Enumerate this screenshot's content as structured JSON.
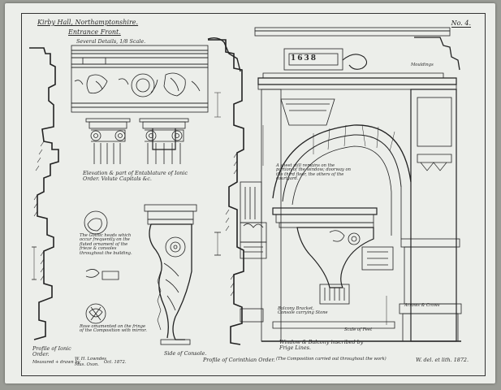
{
  "sheet": {
    "title_line1": "Kirby Hall, Northamptonshire.",
    "title_line2": "Entrance Front.",
    "title_line3": "Several Details, 1/8 Scale.",
    "plate_number": "No. 4.",
    "labels": {
      "entablature": "Elevation & part of Entablature of Ionic Order. Volute Capitals &c.",
      "profile_ionic": "Profile of Ionic Order.",
      "side_console": "Side of Console.",
      "profile_corinthian": "Profile of Corinthian Order.",
      "window_balcony": "Window & Balcony inscribed by Frige Lines.",
      "carved_note": "(The Composition carried out throughout the work)",
      "measured_by": "Measured + drawn by",
      "author": "W. H. Lowndes",
      "college": "Mus. Oxon.",
      "date_left": "Oct. 1872.",
      "del_et_lith": "W. del. et lith. 1872.",
      "balcony_bracket": "Balcony Bracket, Console carrying Stone",
      "note_centre": "A sheet still remains on the portion of the window; doorway on the third floor, the others of the courtyard.",
      "note_left": "The Gothic heads which occur frequently on the fluted ornament of the frieze & consoles throughout the building.",
      "note_lower_left": "Rose omamented on the fringe of the Composition with mirror.",
      "monogram_date": "1638",
      "mouldings": "Mouldings",
      "arrows_note": "Arrows & Crows",
      "scale_note": "Scale of Feet"
    }
  }
}
